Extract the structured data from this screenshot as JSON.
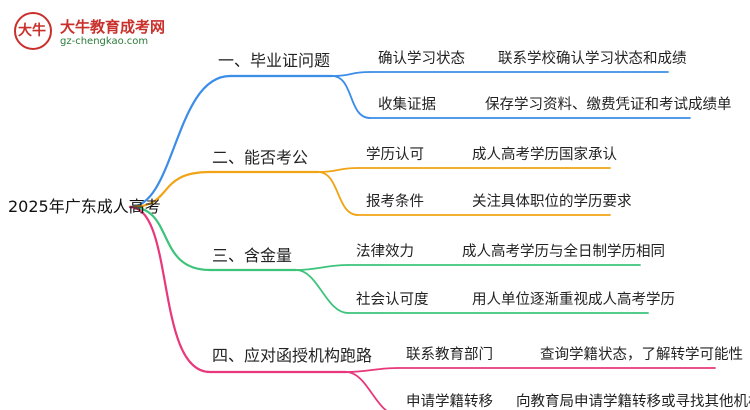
{
  "logo": {
    "name": "大牛教育成考网",
    "url": "gz-chengkao.com",
    "mark": "大牛"
  },
  "colors": {
    "blue": "#3b8de8",
    "orange": "#f0a416",
    "green": "#3cc47a",
    "pink": "#e8377a"
  },
  "root": {
    "label": "2025年广东成人高考"
  },
  "branches": [
    {
      "label": "一、毕业证问题",
      "color": "blue",
      "children": [
        {
          "label": "确认学习状态",
          "desc": "联系学校确认学习状态和成绩"
        },
        {
          "label": "收集证据",
          "desc": "保存学习资料、缴费凭证和考试成绩单"
        }
      ]
    },
    {
      "label": "二、能否考公",
      "color": "orange",
      "children": [
        {
          "label": "学历认可",
          "desc": "成人高考学历国家承认"
        },
        {
          "label": "报考条件",
          "desc": "关注具体职位的学历要求"
        }
      ]
    },
    {
      "label": "三、含金量",
      "color": "green",
      "children": [
        {
          "label": "法律效力",
          "desc": "成人高考学历与全日制学历相同"
        },
        {
          "label": "社会认可度",
          "desc": "用人单位逐渐重视成人高考学历"
        }
      ]
    },
    {
      "label": "四、应对函授机构跑路",
      "color": "pink",
      "children": [
        {
          "label": "联系教育部门",
          "desc": "查询学籍状态，了解转学可能性"
        },
        {
          "label": "申请学籍转移",
          "desc": "向教育局申请学籍转移或寻找其他机构"
        }
      ]
    }
  ]
}
